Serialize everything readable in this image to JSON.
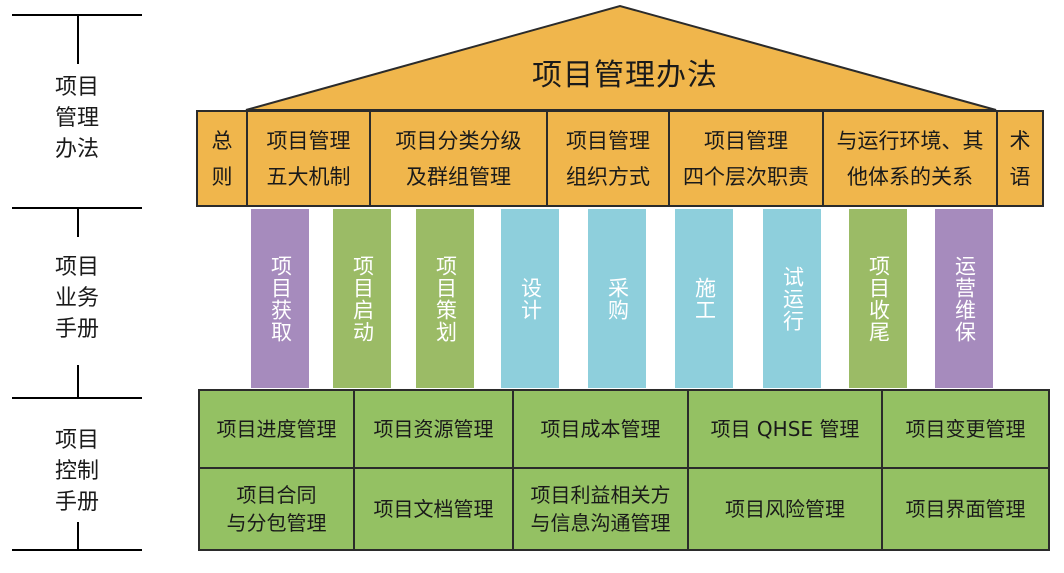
{
  "left_labels": [
    "项目\n管理\n办法",
    "项目\n业务\n手册",
    "项目\n控制\n手册"
  ],
  "roof_title": "项目管理办法",
  "band": [
    "总\n则",
    "项目管理\n五大机制",
    "项目分类分级\n及群组管理",
    "项目管理\n组织方式",
    "项目管理\n四个层次职责",
    "与运行环境、其\n他体系的关系",
    "术\n语"
  ],
  "pillars": [
    {
      "label": "项目获取",
      "color": "#a68bbd"
    },
    {
      "label": "项目启动",
      "color": "#9bbb66"
    },
    {
      "label": "项目策划",
      "color": "#9bbb66"
    },
    {
      "label": "设计",
      "color": "#8ecfdc"
    },
    {
      "label": "采购",
      "color": "#8ecfdc"
    },
    {
      "label": "施工",
      "color": "#8ecfdc"
    },
    {
      "label": "试运行",
      "color": "#8ecfdc"
    },
    {
      "label": "项目收尾",
      "color": "#9bbb66"
    },
    {
      "label": "运营维保",
      "color": "#a68bbd"
    }
  ],
  "base_row1": [
    "项目进度管理",
    "项目资源管理",
    "项目成本管理",
    "项目 QHSE 管理",
    "项目变更管理"
  ],
  "base_row2": [
    "项目合同\n与分包管理",
    "项目文档管理",
    "项目利益相关方\n与信息沟通管理",
    "项目风险管理",
    "项目界面管理"
  ],
  "colors": {
    "roof": "#f0b64c",
    "base": "#94c163",
    "border": "#2b2b2b"
  }
}
